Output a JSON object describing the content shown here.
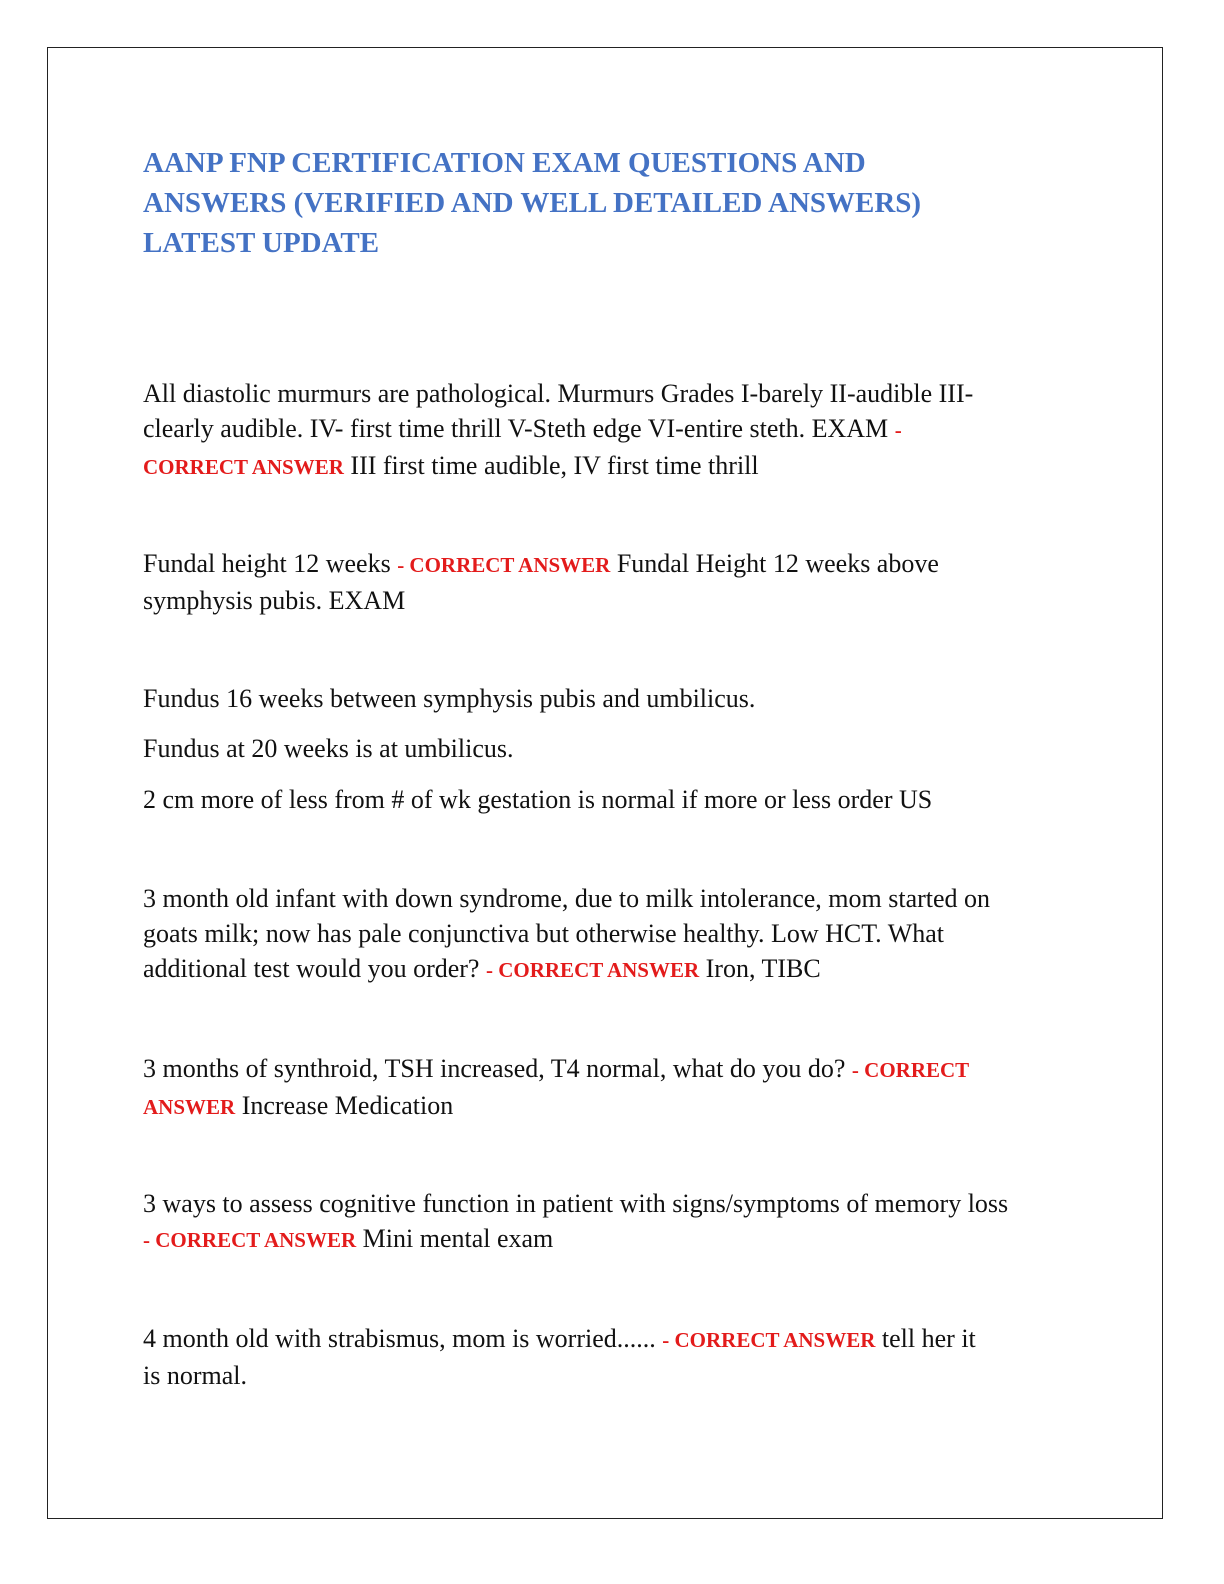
{
  "document": {
    "title_lines": [
      "AANP FNP CERTIFICATION EXAM QUESTIONS AND",
      "ANSWERS (VERIFIED AND WELL DETAILED ANSWERS)",
      "LATEST UPDATE"
    ],
    "colors": {
      "title": "#4472c4",
      "answer_marker": "#e31b1b",
      "body_text": "#111111"
    },
    "items": [
      {
        "question_lines": [
          "All diastolic murmurs are pathological. Murmurs Grades I-barely II-audible III-",
          "clearly audible. IV- first time thrill V-Steth edge VI-entire steth. EXAM "
        ],
        "marker_part1": "-",
        "marker_part2": "CORRECT ANSWER",
        "answer": " III first time audible, IV first time thrill"
      },
      {
        "question": "Fundal height 12 weeks ",
        "marker": "- CORRECT ANSWER",
        "answer_line1": " Fundal Height 12 weeks above",
        "answer_line2": "symphysis pubis. EXAM"
      },
      {
        "lines": [
          "Fundus 16 weeks between symphysis pubis and umbilicus.",
          "Fundus at 20 weeks is at umbilicus.",
          "2 cm more of less from # of wk gestation is normal if more or less order US"
        ]
      },
      {
        "question_lines": [
          "3 month old infant with down syndrome, due to milk intolerance, mom started on",
          "goats milk; now has pale conjunctiva but otherwise healthy. Low HCT. What",
          "additional test would you order? "
        ],
        "marker": "- CORRECT ANSWER",
        "answer": " Iron, TIBC"
      },
      {
        "question": "3 months of synthroid, TSH increased, T4 normal, what do you do? ",
        "marker_part1": "- CORRECT",
        "marker_part2": "ANSWER",
        "answer": " Increase Medication"
      },
      {
        "question": "3 ways to assess cognitive function in patient with signs/symptoms of memory loss",
        "marker": "- CORRECT ANSWER",
        "answer": " Mini mental exam"
      },
      {
        "question": "4 month old with strabismus, mom is worried...... ",
        "marker": "- CORRECT ANSWER",
        "answer_line1": " tell her it",
        "answer_line2": "is normal."
      }
    ]
  }
}
